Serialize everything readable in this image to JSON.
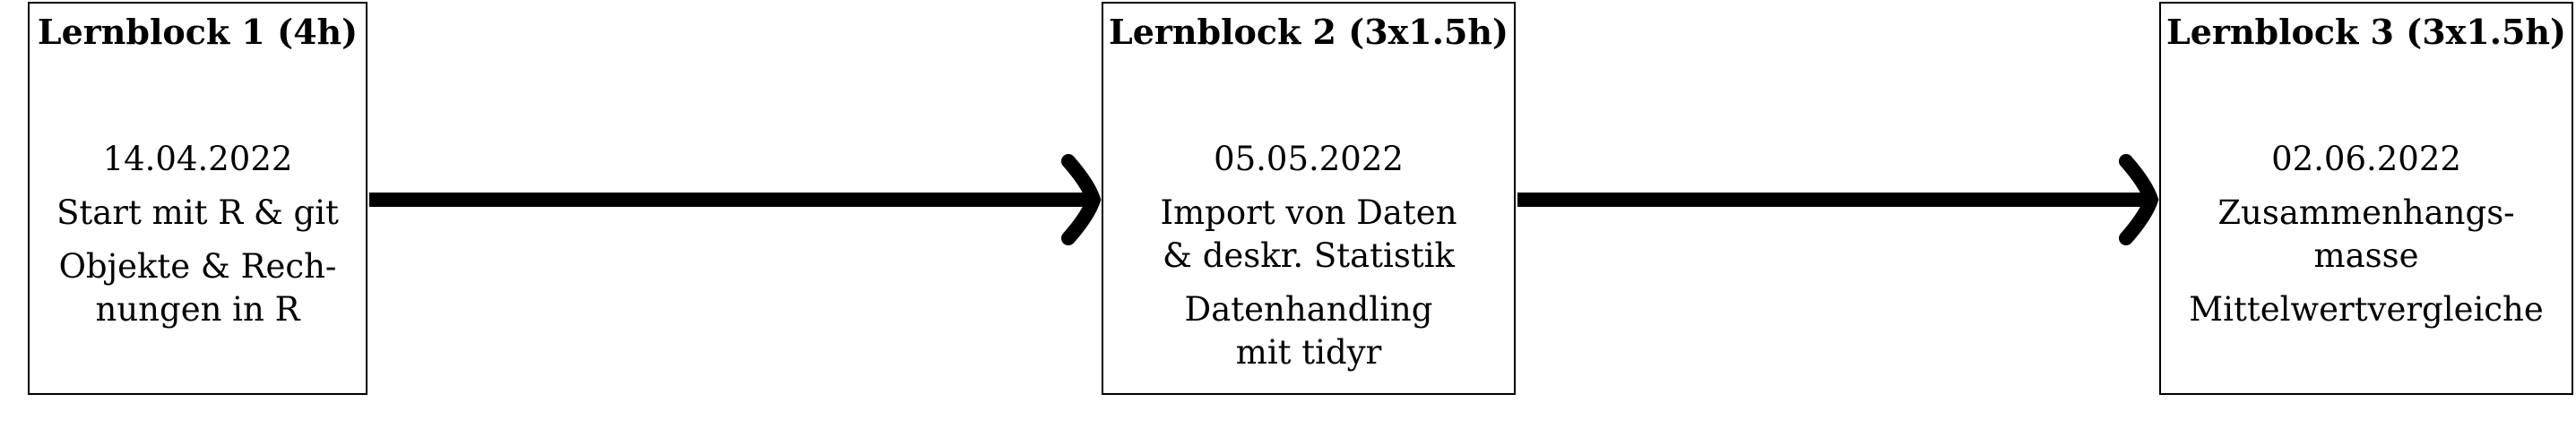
{
  "diagram": {
    "blocks": [
      {
        "title": "Lernblock 1 (4h)",
        "date": "14.04.2022",
        "lines": [
          "Start mit R & git",
          "Objekte & Rech-\nnungen in R"
        ]
      },
      {
        "title": "Lernblock 2 (3x1.5h)",
        "date": "05.05.2022",
        "lines": [
          "Import von Daten\n& deskr. Statistik",
          "Datenhandling\nmit tidyr"
        ]
      },
      {
        "title": "Lernblock 3 (3x1.5h)",
        "date": "02.06.2022",
        "lines": [
          "Zusammenhangs-\nmasse",
          "Mittelwertvergleiche"
        ]
      }
    ]
  }
}
